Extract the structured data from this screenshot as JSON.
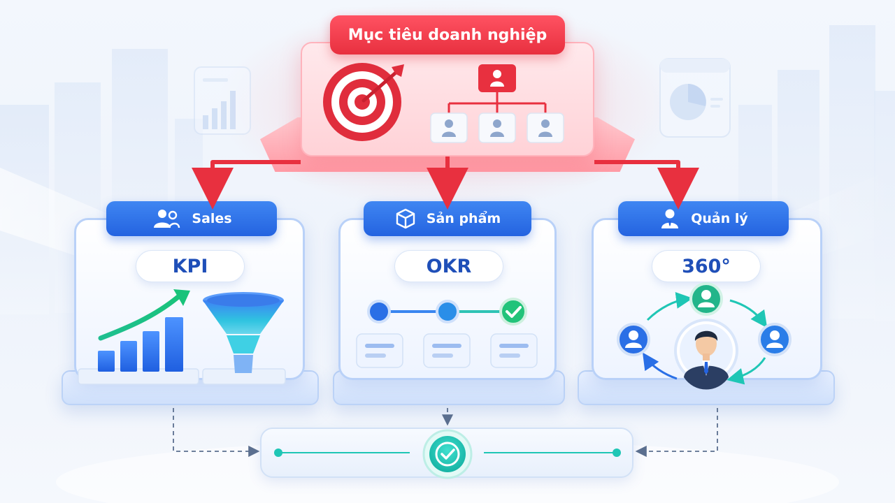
{
  "goal": {
    "title": "Mục tiêu doanh nghiệp"
  },
  "departments": [
    {
      "label": "Sales",
      "icon": "team-icon",
      "metric": "KPI"
    },
    {
      "label": "Sản phẩm",
      "icon": "cube-icon",
      "metric": "OKR"
    },
    {
      "label": "Quản lý",
      "icon": "manager-icon",
      "metric": "360°"
    }
  ],
  "colors": {
    "goal_red": "#e8303f",
    "header_blue": "#2463e0",
    "accent_teal": "#1fc6b5",
    "accent_green": "#22c37a"
  }
}
